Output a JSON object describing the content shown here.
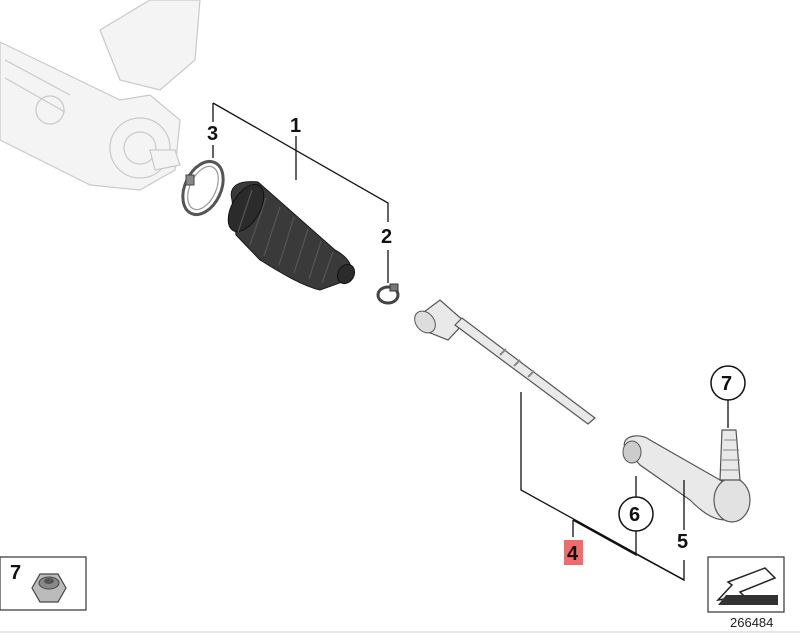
{
  "callouts": {
    "c1": "1",
    "c2": "2",
    "c3": "3",
    "c4": "4",
    "c5": "5",
    "c6": "6",
    "c7_top": "7",
    "c7_inset": "7"
  },
  "highlight_color": "#f26b6b",
  "reference_number": "266484"
}
